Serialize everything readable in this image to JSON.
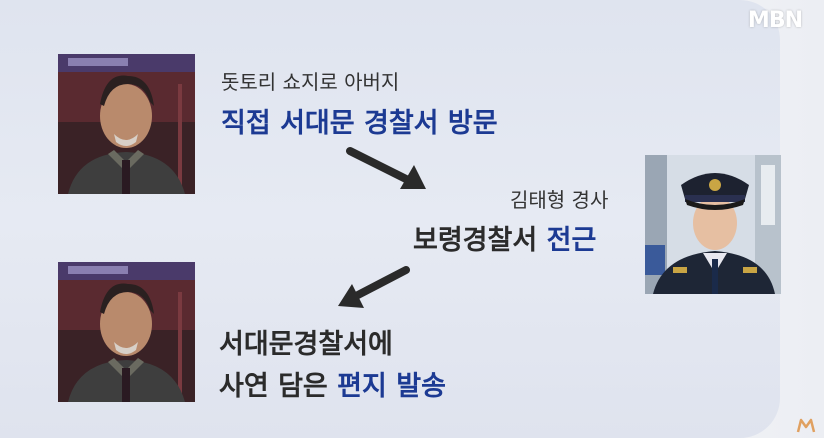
{
  "broadcaster": "MBN",
  "step1": {
    "line1": "돗토리 쇼지로 아버지",
    "line2": "직접 서대문 경찰서 방문"
  },
  "step2": {
    "line1": "김태형 경사",
    "line2_plain": "보령경찰서 ",
    "line2_highlight": "전근"
  },
  "step3": {
    "line1": "서대문경찰서에",
    "line2_plain": "사연 담은 ",
    "line2_highlight": "편지 발송"
  },
  "colors": {
    "highlight": "#1c3a93",
    "text": "#2b2b2b",
    "background": "#e2e6f0"
  },
  "icons": [
    "arrow-down-right-icon",
    "arrow-down-left-icon",
    "mbn-corner-logo-icon"
  ]
}
